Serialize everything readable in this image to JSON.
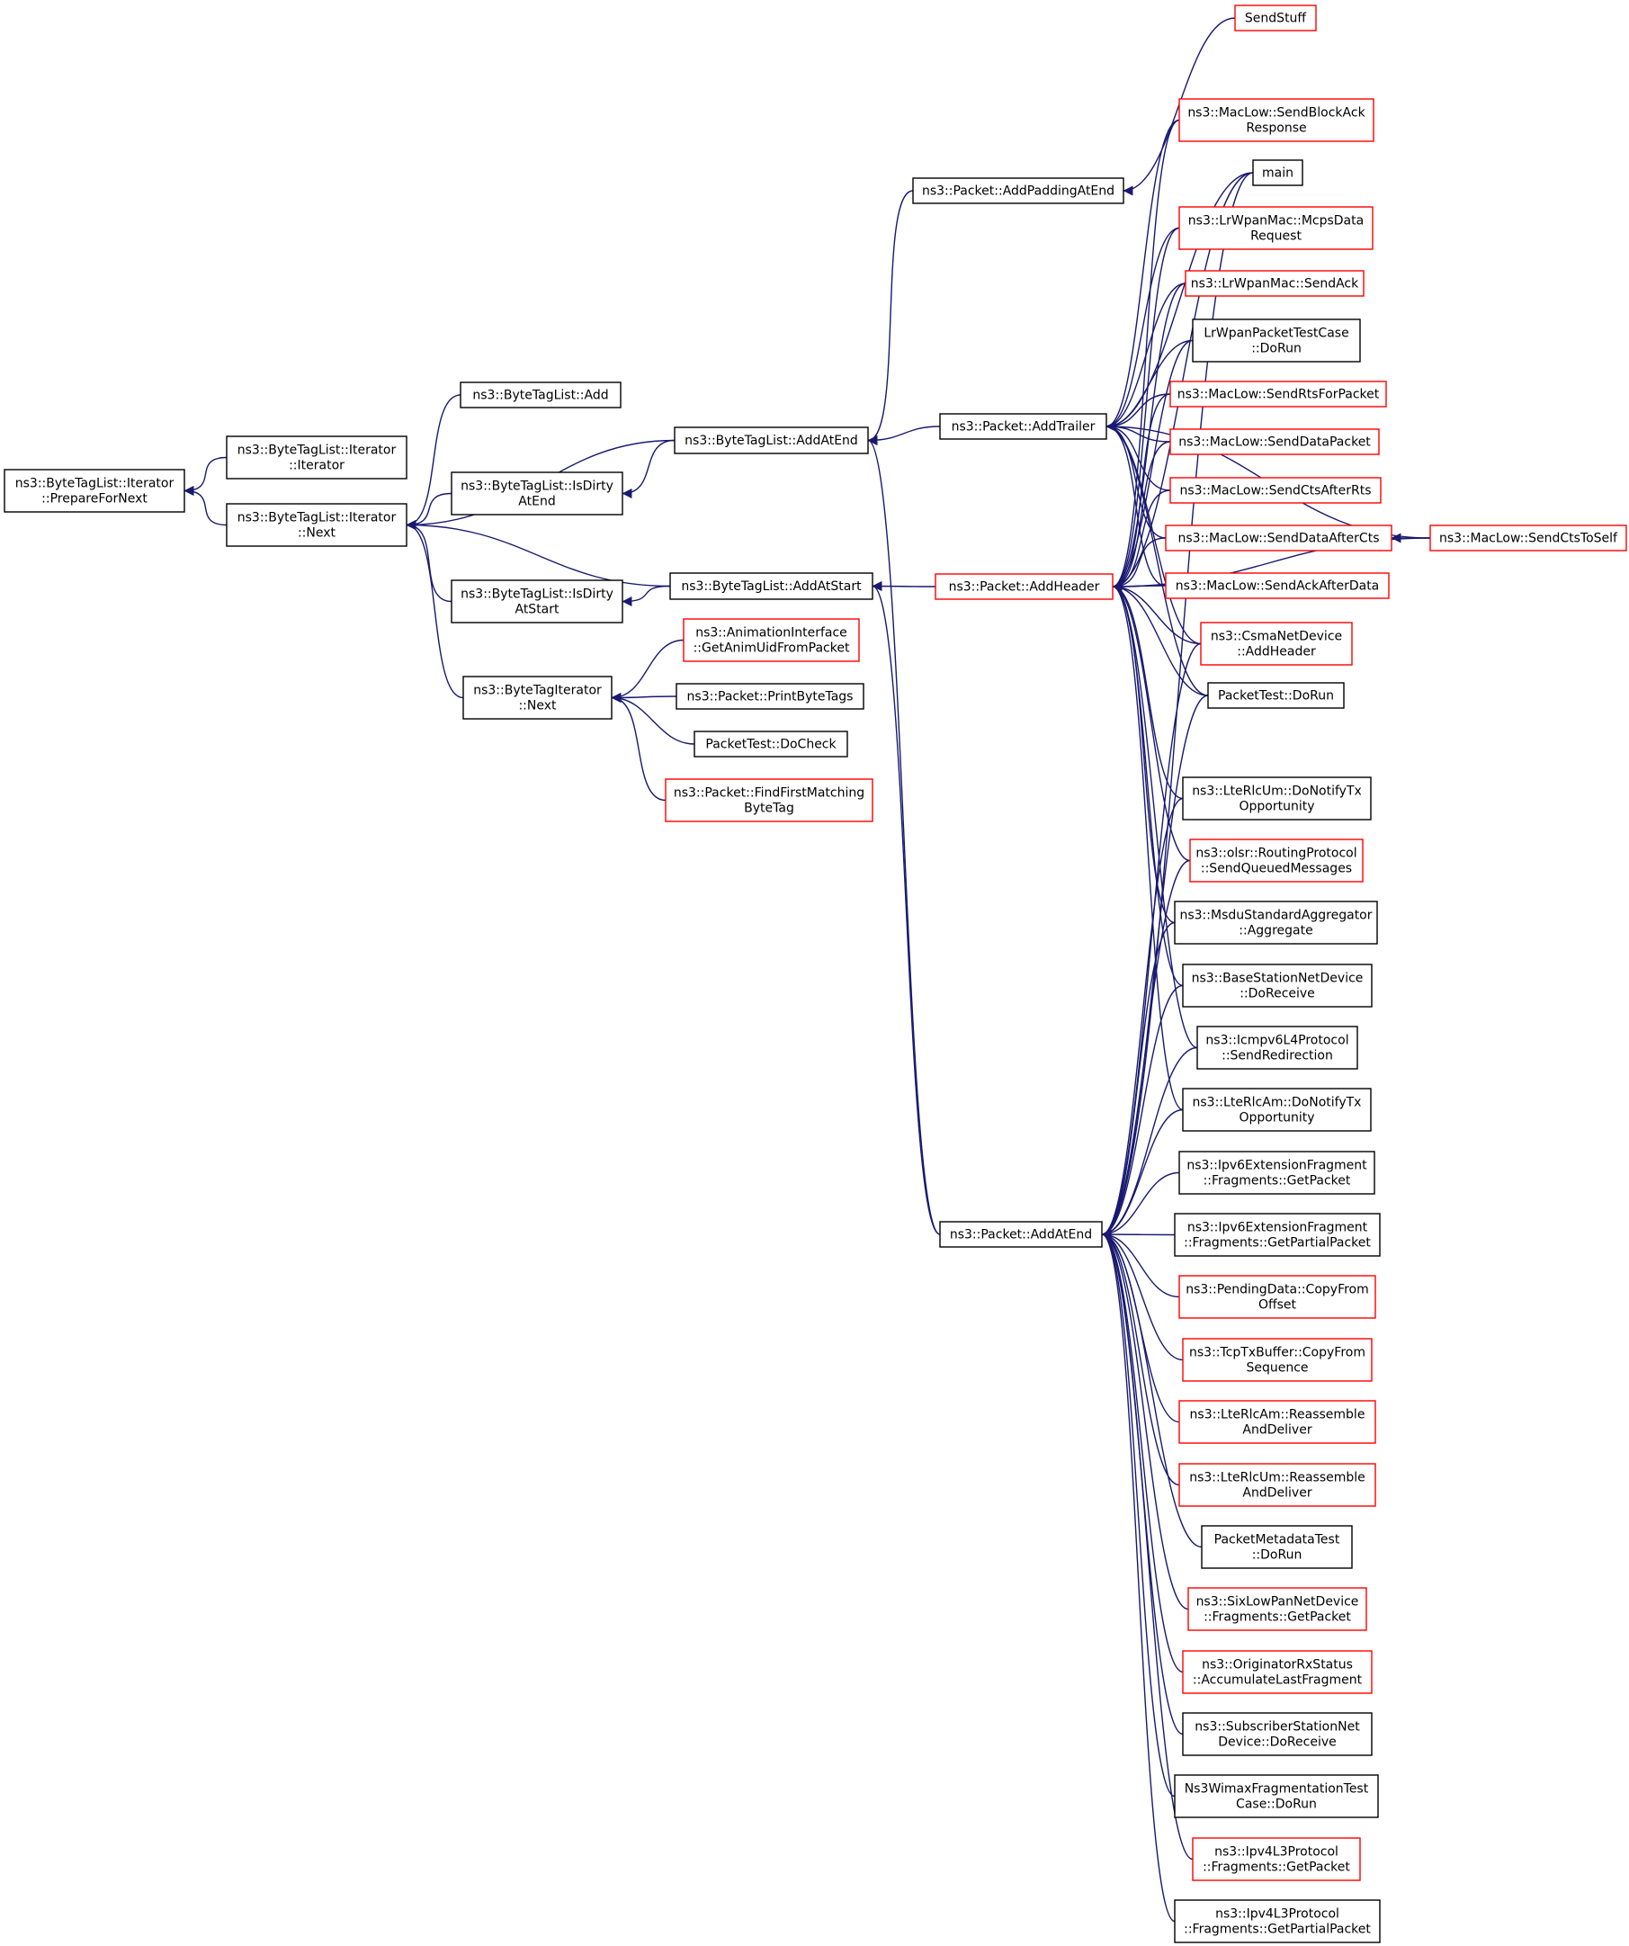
{
  "colors": {
    "edge": "#191970",
    "border_normal": "#000000",
    "border_truncated": "#ff0000",
    "root_fill": "#bfbfbf",
    "node_fill": "#ffffff"
  },
  "nodes": [
    {
      "id": "n0",
      "lines": [
        "ns3::ByteTagList::Iterator",
        "::PrepareForNext"
      ],
      "style": "root"
    },
    {
      "id": "n1",
      "lines": [
        "ns3::ByteTagList::Iterator",
        "::Iterator"
      ],
      "style": "normal"
    },
    {
      "id": "n2",
      "lines": [
        "ns3::ByteTagList::Iterator",
        "::Next"
      ],
      "style": "normal"
    },
    {
      "id": "n3",
      "lines": [
        "ns3::ByteTagList::Add"
      ],
      "style": "normal"
    },
    {
      "id": "n4",
      "lines": [
        "ns3::ByteTagList::IsDirty",
        "AtEnd"
      ],
      "style": "normal"
    },
    {
      "id": "n5",
      "lines": [
        "ns3::ByteTagList::IsDirty",
        "AtStart"
      ],
      "style": "normal"
    },
    {
      "id": "n6",
      "lines": [
        "ns3::ByteTagIterator",
        "::Next"
      ],
      "style": "normal"
    },
    {
      "id": "n7",
      "lines": [
        "ns3::ByteTagList::AddAtEnd"
      ],
      "style": "normal"
    },
    {
      "id": "n8",
      "lines": [
        "ns3::ByteTagList::AddAtStart"
      ],
      "style": "normal"
    },
    {
      "id": "n9",
      "lines": [
        "ns3::AnimationInterface",
        "::GetAnimUidFromPacket"
      ],
      "style": "truncated"
    },
    {
      "id": "n10",
      "lines": [
        "ns3::Packet::PrintByteTags"
      ],
      "style": "normal"
    },
    {
      "id": "n11",
      "lines": [
        "PacketTest::DoCheck"
      ],
      "style": "normal"
    },
    {
      "id": "n12",
      "lines": [
        "ns3::Packet::FindFirstMatching",
        "ByteTag"
      ],
      "style": "truncated"
    },
    {
      "id": "n13",
      "lines": [
        "ns3::Packet::AddPaddingAtEnd"
      ],
      "style": "normal"
    },
    {
      "id": "n14",
      "lines": [
        "ns3::Packet::AddTrailer"
      ],
      "style": "normal"
    },
    {
      "id": "n15",
      "lines": [
        "ns3::Packet::AddHeader"
      ],
      "style": "truncated"
    },
    {
      "id": "n16",
      "lines": [
        "ns3::Packet::AddAtEnd"
      ],
      "style": "normal"
    },
    {
      "id": "n17",
      "lines": [
        "SendStuff"
      ],
      "style": "truncated"
    },
    {
      "id": "n18",
      "lines": [
        "ns3::MacLow::SendBlockAck",
        "Response"
      ],
      "style": "truncated"
    },
    {
      "id": "n19",
      "lines": [
        "main"
      ],
      "style": "normal"
    },
    {
      "id": "n20",
      "lines": [
        "ns3::LrWpanMac::McpsData",
        "Request"
      ],
      "style": "truncated"
    },
    {
      "id": "n21",
      "lines": [
        "ns3::LrWpanMac::SendAck"
      ],
      "style": "truncated"
    },
    {
      "id": "n22",
      "lines": [
        "LrWpanPacketTestCase",
        "::DoRun"
      ],
      "style": "normal"
    },
    {
      "id": "n23",
      "lines": [
        "ns3::MacLow::SendRtsForPacket"
      ],
      "style": "truncated"
    },
    {
      "id": "n24",
      "lines": [
        "ns3::MacLow::SendDataPacket"
      ],
      "style": "truncated"
    },
    {
      "id": "n25",
      "lines": [
        "ns3::MacLow::SendCtsAfterRts"
      ],
      "style": "truncated"
    },
    {
      "id": "n26",
      "lines": [
        "ns3::MacLow::SendDataAfterCts"
      ],
      "style": "truncated"
    },
    {
      "id": "n27",
      "lines": [
        "ns3::MacLow::SendAckAfterData"
      ],
      "style": "truncated"
    },
    {
      "id": "n28",
      "lines": [
        "ns3::CsmaNetDevice",
        "::AddHeader"
      ],
      "style": "truncated"
    },
    {
      "id": "n29",
      "lines": [
        "PacketTest::DoRun"
      ],
      "style": "normal"
    },
    {
      "id": "n30",
      "lines": [
        "ns3::MacLow::SendCtsToSelf"
      ],
      "style": "truncated"
    },
    {
      "id": "n31",
      "lines": [
        "ns3::LteRlcUm::DoNotifyTx",
        "Opportunity"
      ],
      "style": "normal"
    },
    {
      "id": "n32",
      "lines": [
        "ns3::olsr::RoutingProtocol",
        "::SendQueuedMessages"
      ],
      "style": "truncated"
    },
    {
      "id": "n33",
      "lines": [
        "ns3::MsduStandardAggregator",
        "::Aggregate"
      ],
      "style": "normal"
    },
    {
      "id": "n34",
      "lines": [
        "ns3::BaseStationNetDevice",
        "::DoReceive"
      ],
      "style": "normal"
    },
    {
      "id": "n35",
      "lines": [
        "ns3::Icmpv6L4Protocol",
        "::SendRedirection"
      ],
      "style": "normal"
    },
    {
      "id": "n36",
      "lines": [
        "ns3::LteRlcAm::DoNotifyTx",
        "Opportunity"
      ],
      "style": "normal"
    },
    {
      "id": "n37",
      "lines": [
        "ns3::Ipv6ExtensionFragment",
        "::Fragments::GetPacket"
      ],
      "style": "normal"
    },
    {
      "id": "n38",
      "lines": [
        "ns3::Ipv6ExtensionFragment",
        "::Fragments::GetPartialPacket"
      ],
      "style": "normal"
    },
    {
      "id": "n39",
      "lines": [
        "ns3::PendingData::CopyFrom",
        "Offset"
      ],
      "style": "truncated"
    },
    {
      "id": "n40",
      "lines": [
        "ns3::TcpTxBuffer::CopyFrom",
        "Sequence"
      ],
      "style": "truncated"
    },
    {
      "id": "n41",
      "lines": [
        "ns3::LteRlcAm::Reassemble",
        "AndDeliver"
      ],
      "style": "truncated"
    },
    {
      "id": "n42",
      "lines": [
        "ns3::LteRlcUm::Reassemble",
        "AndDeliver"
      ],
      "style": "truncated"
    },
    {
      "id": "n43",
      "lines": [
        "PacketMetadataTest",
        "::DoRun"
      ],
      "style": "normal"
    },
    {
      "id": "n44",
      "lines": [
        "ns3::SixLowPanNetDevice",
        "::Fragments::GetPacket"
      ],
      "style": "truncated"
    },
    {
      "id": "n45",
      "lines": [
        "ns3::OriginatorRxStatus",
        "::AccumulateLastFragment"
      ],
      "style": "truncated"
    },
    {
      "id": "n46",
      "lines": [
        "ns3::SubscriberStationNet",
        "Device::DoReceive"
      ],
      "style": "normal"
    },
    {
      "id": "n47",
      "lines": [
        "Ns3WimaxFragmentationTest",
        "Case::DoRun"
      ],
      "style": "normal"
    },
    {
      "id": "n48",
      "lines": [
        "ns3::Ipv4L3Protocol",
        "::Fragments::GetPacket"
      ],
      "style": "truncated"
    },
    {
      "id": "n49",
      "lines": [
        "ns3::Ipv4L3Protocol",
        "::Fragments::GetPartialPacket"
      ],
      "style": "normal"
    }
  ],
  "edges": [
    [
      "n1",
      "n0"
    ],
    [
      "n2",
      "n0"
    ],
    [
      "n3",
      "n2"
    ],
    [
      "n4",
      "n2"
    ],
    [
      "n5",
      "n2"
    ],
    [
      "n6",
      "n2"
    ],
    [
      "n7",
      "n2"
    ],
    [
      "n8",
      "n2"
    ],
    [
      "n7",
      "n4"
    ],
    [
      "n8",
      "n5"
    ],
    [
      "n9",
      "n6"
    ],
    [
      "n10",
      "n6"
    ],
    [
      "n11",
      "n6"
    ],
    [
      "n12",
      "n6"
    ],
    [
      "n13",
      "n7"
    ],
    [
      "n14",
      "n7"
    ],
    [
      "n16",
      "n7"
    ],
    [
      "n15",
      "n8"
    ],
    [
      "n16",
      "n8"
    ],
    [
      "n17",
      "n13"
    ],
    [
      "n18",
      "n14"
    ],
    [
      "n19",
      "n14"
    ],
    [
      "n20",
      "n14"
    ],
    [
      "n21",
      "n14"
    ],
    [
      "n22",
      "n14"
    ],
    [
      "n23",
      "n14"
    ],
    [
      "n24",
      "n14"
    ],
    [
      "n25",
      "n14"
    ],
    [
      "n26",
      "n14"
    ],
    [
      "n27",
      "n14"
    ],
    [
      "n28",
      "n14"
    ],
    [
      "n29",
      "n14"
    ],
    [
      "n30",
      "n14"
    ],
    [
      "n18",
      "n15"
    ],
    [
      "n19",
      "n15"
    ],
    [
      "n20",
      "n15"
    ],
    [
      "n21",
      "n15"
    ],
    [
      "n22",
      "n15"
    ],
    [
      "n23",
      "n15"
    ],
    [
      "n24",
      "n15"
    ],
    [
      "n25",
      "n15"
    ],
    [
      "n26",
      "n15"
    ],
    [
      "n27",
      "n15"
    ],
    [
      "n28",
      "n15"
    ],
    [
      "n29",
      "n15"
    ],
    [
      "n30",
      "n15"
    ],
    [
      "n31",
      "n15"
    ],
    [
      "n32",
      "n15"
    ],
    [
      "n33",
      "n15"
    ],
    [
      "n34",
      "n15"
    ],
    [
      "n35",
      "n15"
    ],
    [
      "n36",
      "n15"
    ],
    [
      "n30",
      "n26"
    ],
    [
      "n19",
      "n16"
    ],
    [
      "n28",
      "n16"
    ],
    [
      "n29",
      "n16"
    ],
    [
      "n31",
      "n16"
    ],
    [
      "n32",
      "n16"
    ],
    [
      "n33",
      "n16"
    ],
    [
      "n34",
      "n16"
    ],
    [
      "n35",
      "n16"
    ],
    [
      "n36",
      "n16"
    ],
    [
      "n37",
      "n16"
    ],
    [
      "n38",
      "n16"
    ],
    [
      "n39",
      "n16"
    ],
    [
      "n40",
      "n16"
    ],
    [
      "n41",
      "n16"
    ],
    [
      "n42",
      "n16"
    ],
    [
      "n43",
      "n16"
    ],
    [
      "n44",
      "n16"
    ],
    [
      "n45",
      "n16"
    ],
    [
      "n46",
      "n16"
    ],
    [
      "n47",
      "n16"
    ],
    [
      "n48",
      "n16"
    ],
    [
      "n49",
      "n16"
    ]
  ]
}
